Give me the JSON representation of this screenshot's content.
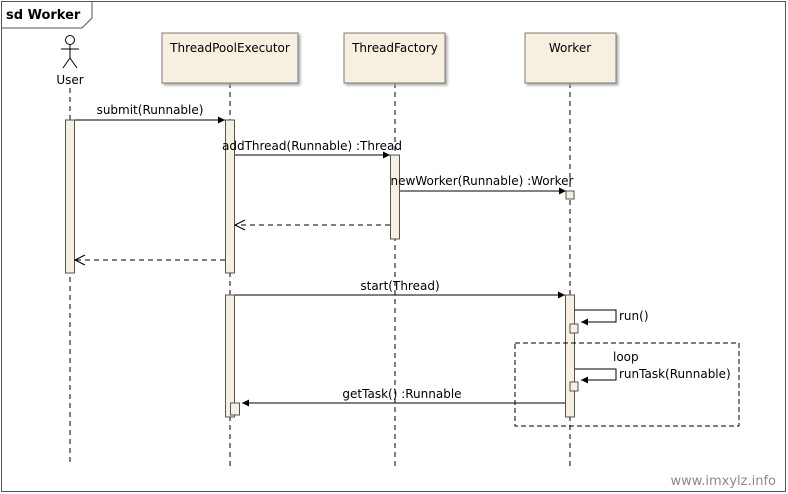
{
  "frame": {
    "title": "sd Worker"
  },
  "lifelines": {
    "user": "User",
    "executor": "ThreadPoolExecutor",
    "factory": "ThreadFactory",
    "worker": "Worker"
  },
  "messages": {
    "submit": "submit(Runnable)",
    "add_thread": "addThread(Runnable) :Thread",
    "new_worker": "newWorker(Runnable) :Worker",
    "start": "start(Thread)",
    "run": "run()",
    "run_task": "runTask(Runnable)",
    "get_task": "getTask() :Runnable"
  },
  "fragment": {
    "label": "loop"
  },
  "watermark": "www.imxylz.info",
  "colors": {
    "box_fill": "#f7f0e1",
    "box_stroke": "#7a7a7a",
    "line": "#000000",
    "watermark": "#8a8a8a"
  }
}
